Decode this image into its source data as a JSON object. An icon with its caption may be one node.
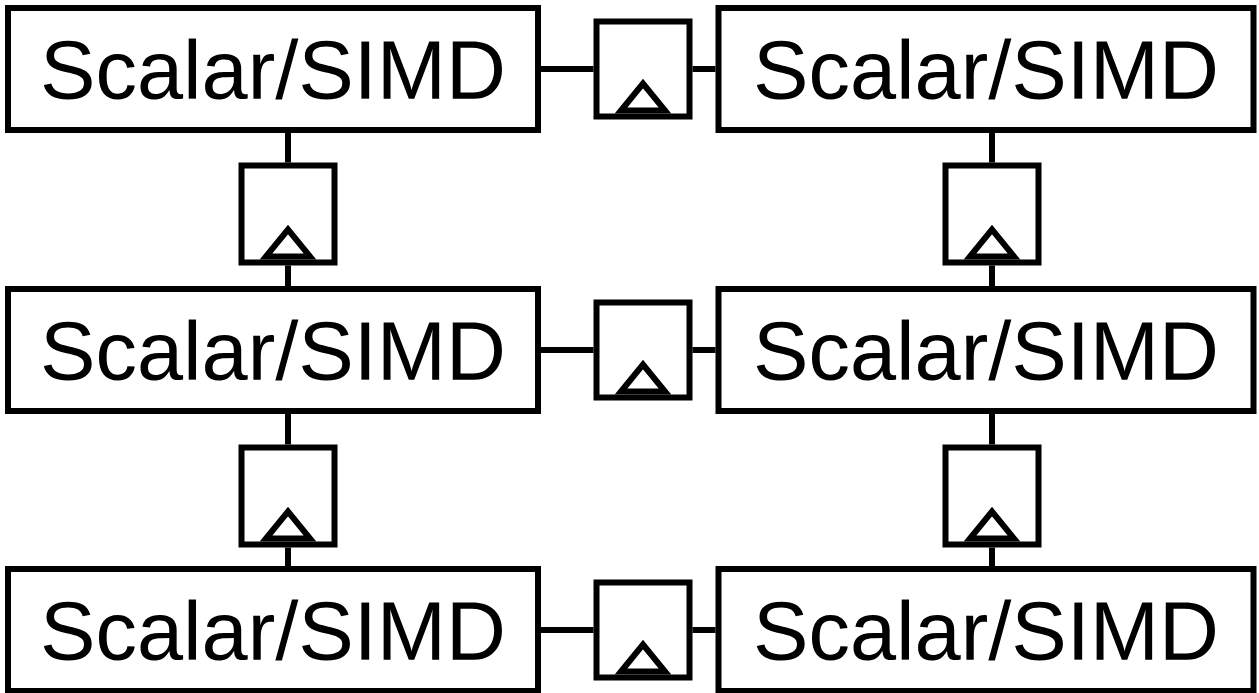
{
  "diagram": {
    "nodes": [
      {
        "text": [
          "Scalar/SIMD"
        ]
      },
      {
        "text": [],
        "shape": "box"
      },
      {
        "text": [
          "Scalar/SIMD"
        ]
      },
      {
        "text": [],
        "shape": "box"
      },
      {
        "text": [],
        "shape": "box"
      },
      {
        "text": [
          "Scalar/SIMD"
        ]
      },
      {
        "text": [],
        "shape": "box"
      },
      {
        "text": [
          "Scalar/SIMD"
        ]
      },
      {
        "text": [],
        "shape": "box"
      },
      {
        "text": [],
        "shape": "box"
      },
      {
        "text": [
          "Scalar/SIMD"
        ]
      },
      {
        "text": [],
        "shape": "box"
      },
      {
        "text": [
          "Scalar/SIMD"
        ]
      }
    ],
    "edges": [
      {
        "from": 0,
        "to": 1,
        "arrow": "none"
      },
      {
        "from": 1,
        "to": 2,
        "arrow": "none"
      },
      {
        "from": 0,
        "to": 3,
        "arrow": "none"
      },
      {
        "from": 3,
        "to": 5,
        "arrow": "none"
      },
      {
        "from": 2,
        "to": 4,
        "arrow": "none"
      },
      {
        "from": 4,
        "to": 7,
        "arrow": "none"
      },
      {
        "from": 5,
        "to": 6,
        "arrow": "none"
      },
      {
        "from": 6,
        "to": 7,
        "arrow": "none"
      },
      {
        "from": 5,
        "to": 8,
        "arrow": "none"
      },
      {
        "from": 8,
        "to": 10,
        "arrow": "none"
      },
      {
        "from": 7,
        "to": 9,
        "arrow": "none"
      },
      {
        "from": 9,
        "to": 12,
        "arrow": "none"
      },
      {
        "from": 10,
        "to": 11,
        "arrow": "none"
      },
      {
        "from": 11,
        "to": 12,
        "arrow": "none"
      }
    ]
  }
}
